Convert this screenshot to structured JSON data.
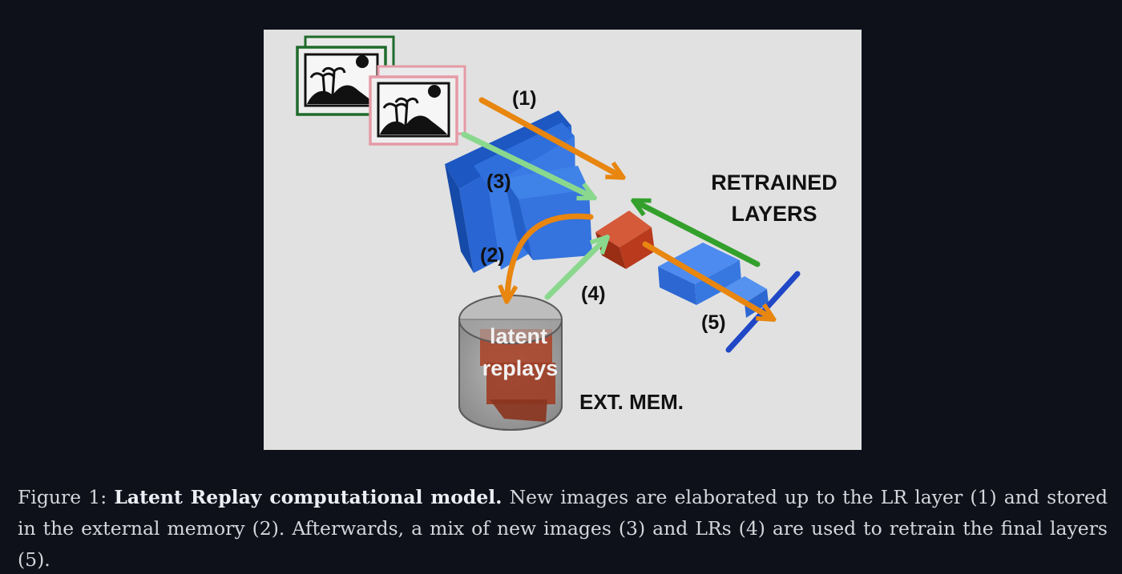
{
  "figure": {
    "labels": {
      "step1": "(1)",
      "step2": "(2)",
      "step3": "(3)",
      "step4": "(4)",
      "step5": "(5)",
      "retrained_line1": "RETRAINED",
      "retrained_line2": "LAYERS",
      "latent_line1": "latent",
      "latent_line2": "replays",
      "ext_mem": "EXT. MEM."
    },
    "colors": {
      "panel_background": "#e1e1e1",
      "layer_blue": "#2f6fdc",
      "replay_layer_red": "#b23a1c",
      "arrow_orange": "#e8860f",
      "arrow_light_green": "#8ad88e",
      "arrow_dark_green": "#33a02c",
      "image_frame_dark_green": "#1f6b2a",
      "image_frame_pink": "#e59aa6"
    },
    "icons": [
      "image-icon",
      "image-icon"
    ]
  },
  "caption": {
    "prefix": "Figure 1:",
    "title": "Latent Replay computational model.",
    "body": "New images are elaborated up to the LR layer (1) and stored in the external memory (2). Afterwards, a mix of new images (3) and LRs (4) are used to retrain the final layers (5)."
  }
}
